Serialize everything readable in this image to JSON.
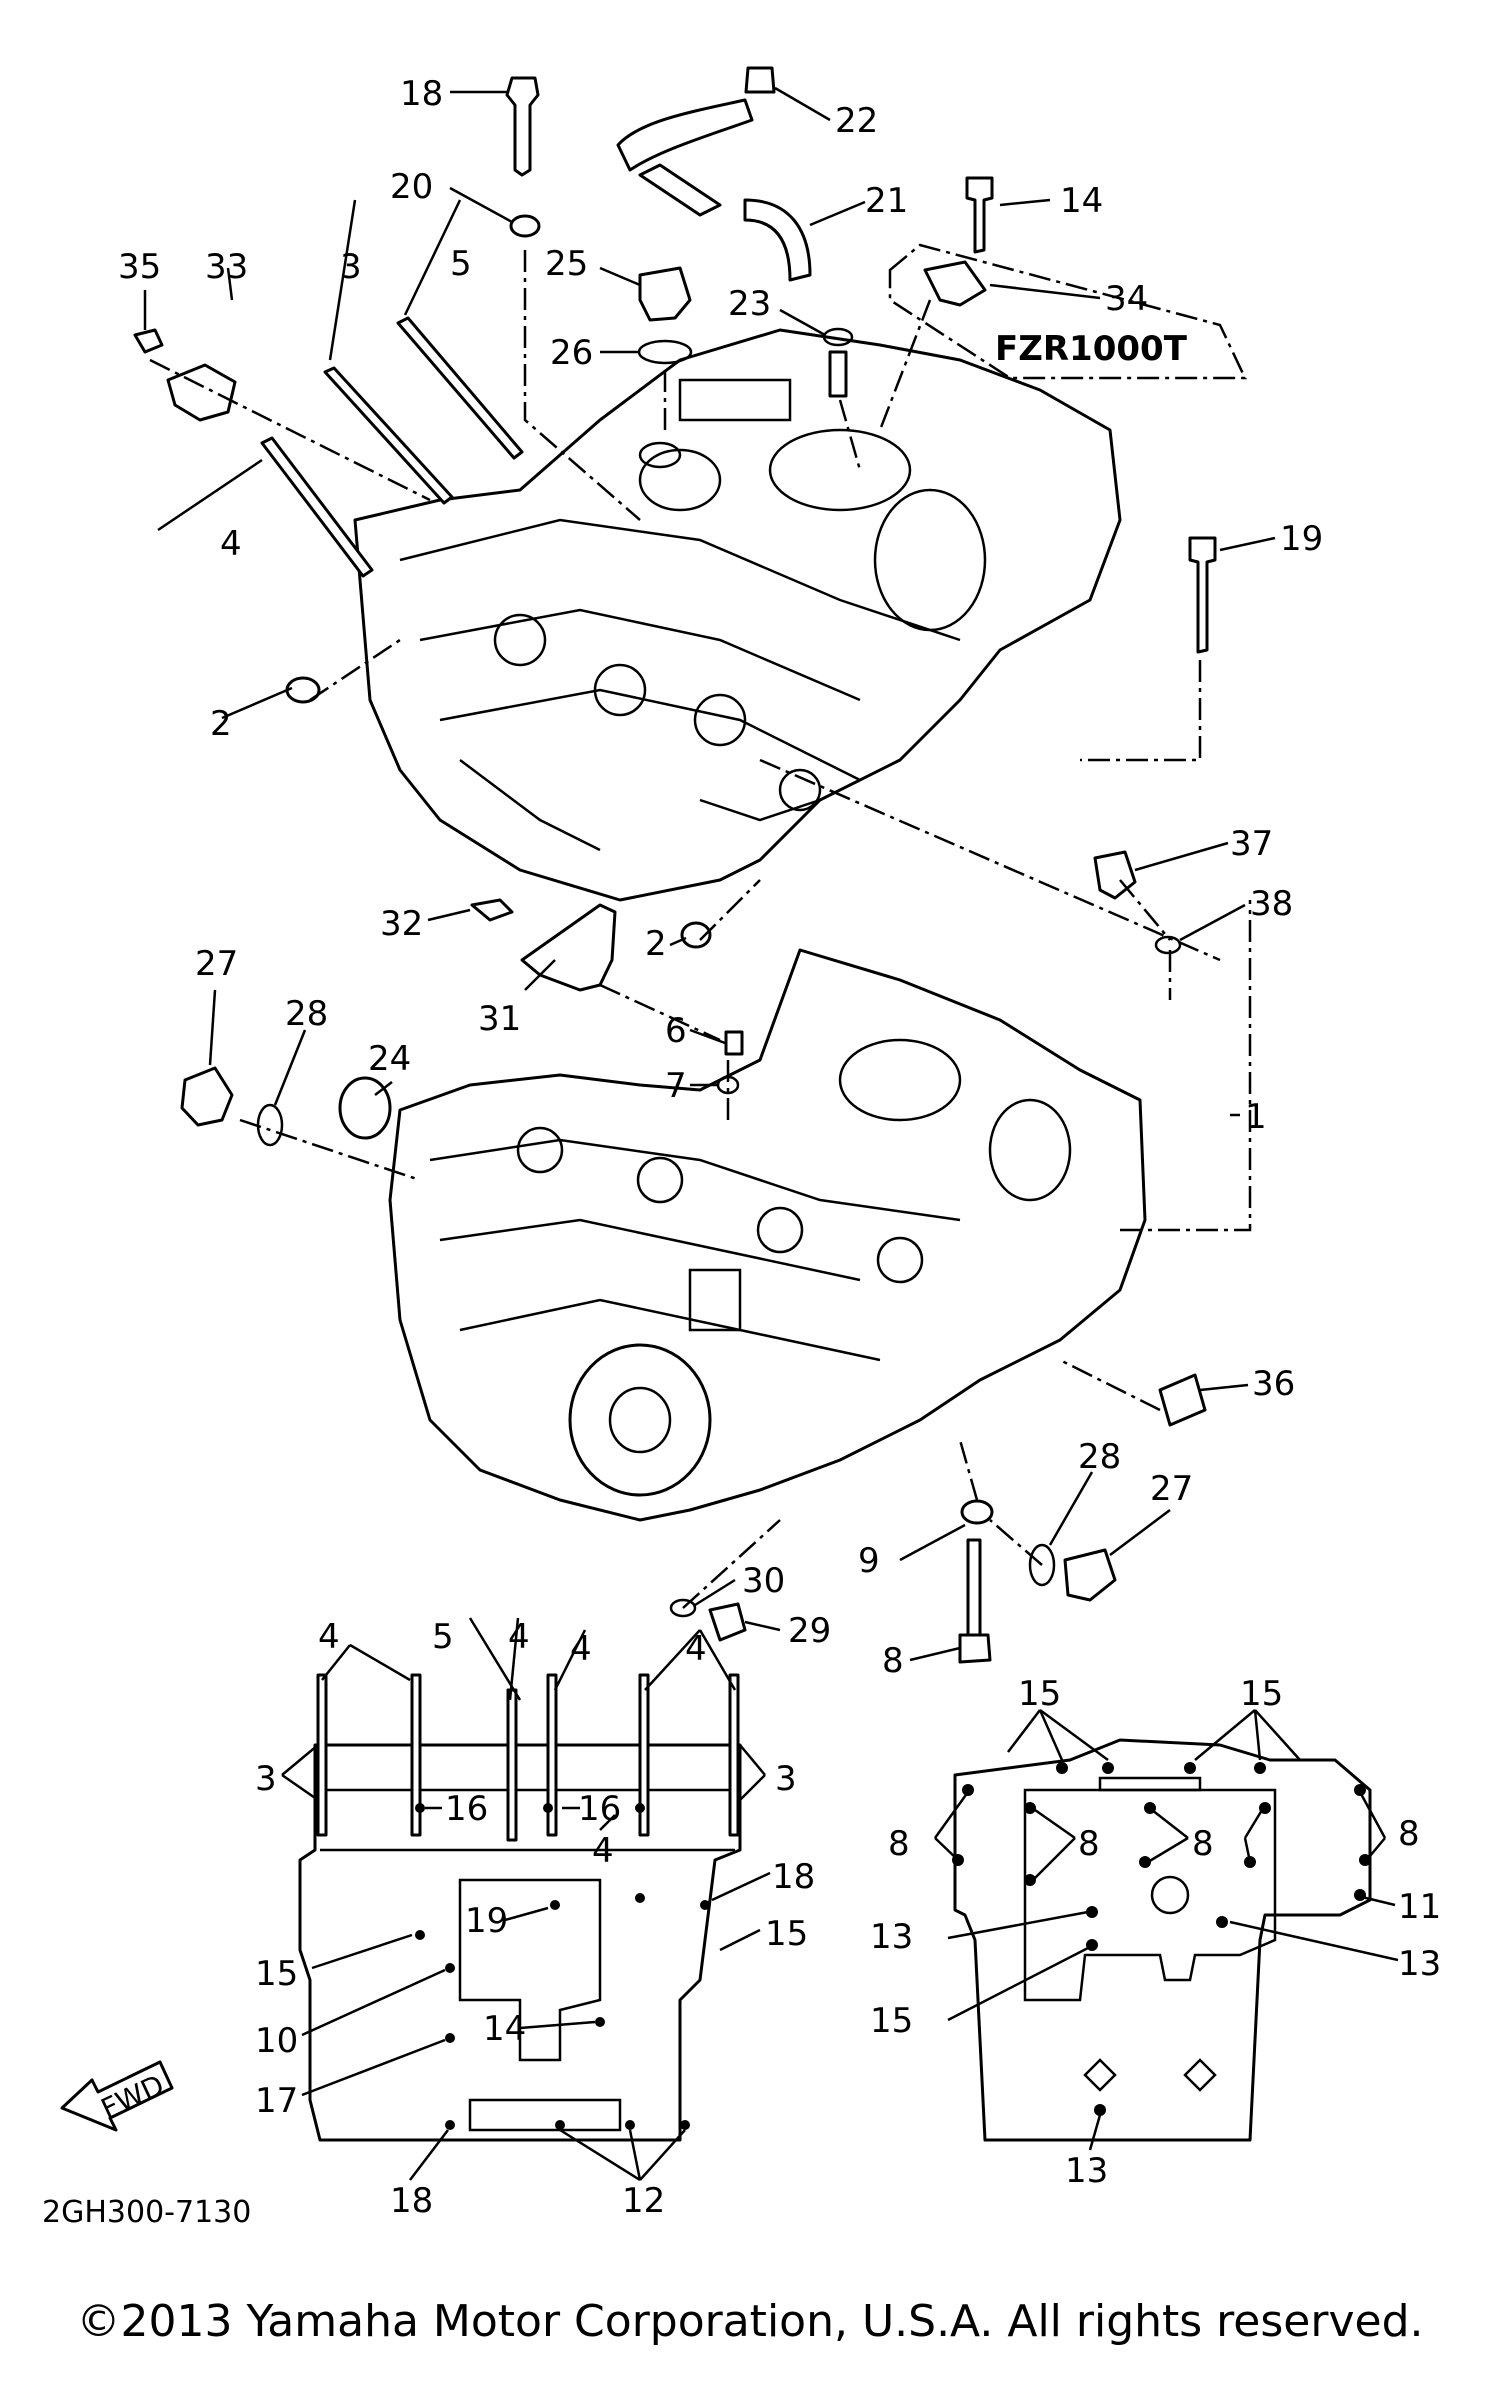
{
  "diagram_code": "2GH300-7130",
  "model_note": "FZR1000T",
  "fwd_label": "FWD",
  "copyright": "©2013 Yamaha Motor Corporation, U.S.A. All rights reserved.",
  "callouts": {
    "c1": "1",
    "c2a": "2",
    "c2b": "2",
    "c3": "3",
    "c4": "4",
    "c5": "5",
    "c6": "6",
    "c7": "7",
    "c8": "8",
    "c9": "9",
    "c14": "14",
    "c18": "18",
    "c19": "19",
    "c20": "20",
    "c21": "21",
    "c22": "22",
    "c23": "23",
    "c24": "24",
    "c25": "25",
    "c26": "26",
    "c27a": "27",
    "c27b": "27",
    "c28a": "28",
    "c28b": "28",
    "c29": "29",
    "c30": "30",
    "c31": "31",
    "c32": "32",
    "c33": "33",
    "c34": "34",
    "c35": "35",
    "c36": "36",
    "c37": "37",
    "c38": "38"
  },
  "left_inset": {
    "l4a": "4",
    "l5": "5",
    "l4b": "4",
    "l4c": "4",
    "l4d": "4",
    "l3a": "3",
    "l3b": "3",
    "l16a": "16",
    "l16b": "16",
    "l4e": "4",
    "l18a": "18",
    "l19": "19",
    "l15a": "15",
    "l15b": "15",
    "l10": "10",
    "l14": "14",
    "l17": "17",
    "l18b": "18",
    "l12": "12"
  },
  "right_inset": {
    "r15a": "15",
    "r15b": "15",
    "r8a": "8",
    "r8b": "8",
    "r8c": "8",
    "r8d": "8",
    "r11": "11",
    "r13a": "13",
    "r13b": "13",
    "r15c": "15",
    "r13c": "13"
  }
}
